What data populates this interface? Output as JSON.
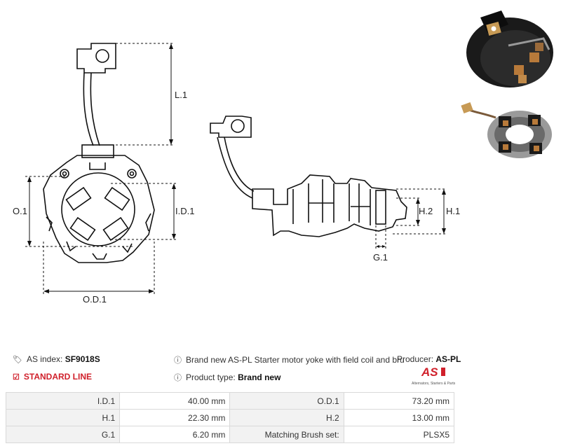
{
  "dimensions": {
    "l1": "L.1",
    "o1": "O.1",
    "id1": "I.D.1",
    "od1": "O.D.1",
    "h2": "H.2",
    "h1": "H.1",
    "g1": "G.1"
  },
  "info": {
    "as_index_label": "AS index:",
    "as_index_value": "SF9018S",
    "line_label": "STANDARD LINE",
    "description": "Brand new AS-PL Starter motor yoke with field coil and bru",
    "producer_label": "Producer:",
    "producer_value": "AS-PL",
    "product_type_label": "Product type:",
    "product_type_value": "Brand new"
  },
  "logo": {
    "mark": "AS",
    "tagline": "Alternators, Starters & Parts",
    "color": "#d0202b"
  },
  "specs": [
    {
      "k1": "I.D.1",
      "v1": "40.00 mm",
      "k2": "O.D.1",
      "v2": "73.20 mm"
    },
    {
      "k1": "H.1",
      "v1": "22.30 mm",
      "k2": "H.2",
      "v2": "13.00 mm"
    },
    {
      "k1": "G.1",
      "v1": "6.20 mm",
      "k2": "Matching Brush set:",
      "v2": "PLSX5"
    }
  ]
}
